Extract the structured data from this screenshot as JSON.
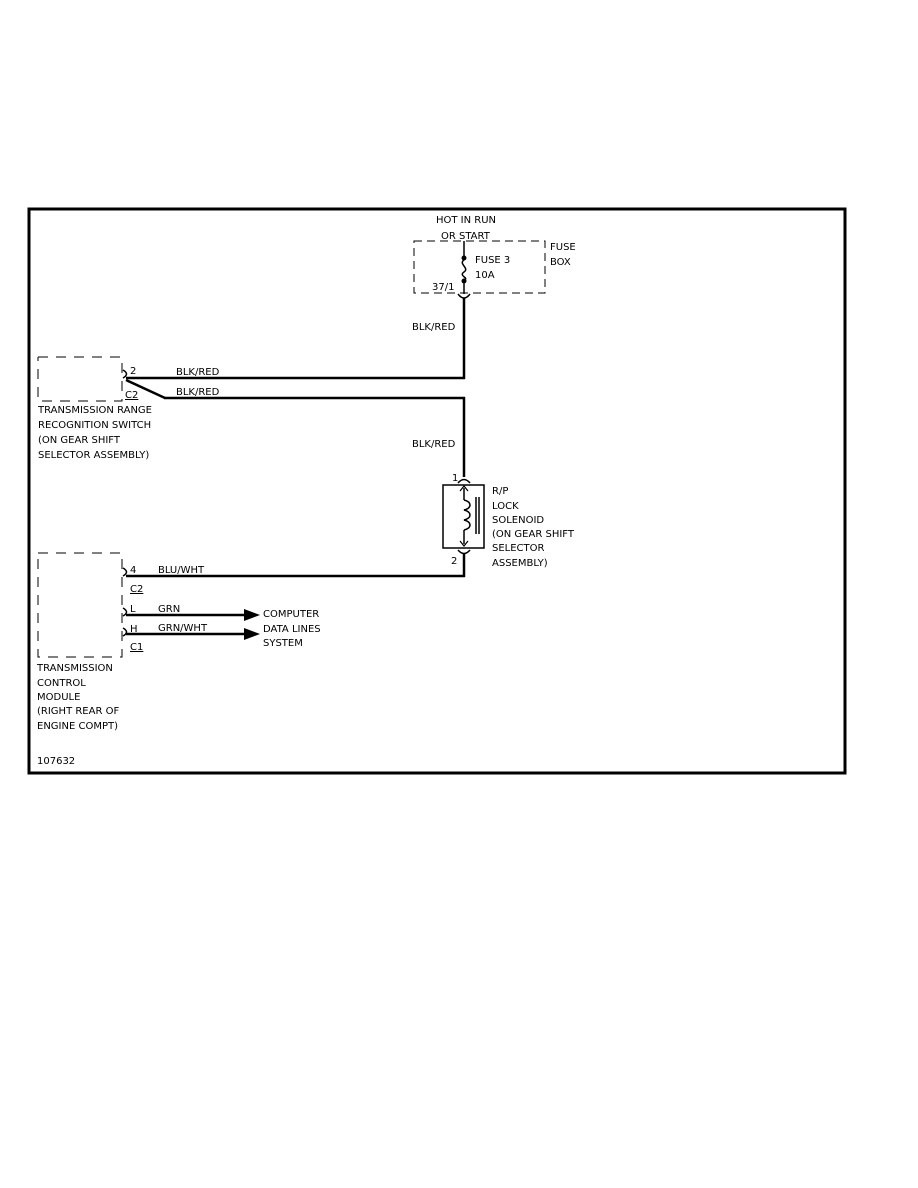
{
  "fuse_box": {
    "supply": [
      "HOT IN RUN",
      "OR START"
    ],
    "label": [
      "FUSE",
      "BOX"
    ],
    "fuse": [
      "FUSE 3",
      "10A"
    ],
    "terminal": "37/1"
  },
  "wires": {
    "blk_red_1": "BLK/RED",
    "blk_red_2": "BLK/RED",
    "blk_red_3": "BLK/RED",
    "blk_red_4": "BLK/RED",
    "blu_wht": "BLU/WHT",
    "grn": "GRN",
    "grn_wht": "GRN/WHT"
  },
  "range_switch": {
    "pin": "2",
    "connector": "C2",
    "label": [
      "TRANSMISSION RANGE",
      "RECOGNITION SWITCH",
      "(ON GEAR SHIFT",
      "SELECTOR ASSEMBLY)"
    ]
  },
  "solenoid": {
    "pin_top": "1",
    "pin_bottom": "2",
    "label": [
      "R/P",
      "LOCK",
      "SOLENOID",
      "(ON GEAR SHIFT",
      "SELECTOR",
      "ASSEMBLY)"
    ]
  },
  "tcm": {
    "pin_4": "4",
    "connector_c2": "C2",
    "pin_l": "L",
    "pin_h": "H",
    "connector_c1": "C1",
    "label": [
      "TRANSMISSION",
      "CONTROL",
      "MODULE",
      "(RIGHT REAR OF",
      "ENGINE COMPT)"
    ]
  },
  "computer": {
    "label": [
      "COMPUTER",
      "DATA LINES",
      "SYSTEM"
    ]
  },
  "figure_id": "107632"
}
